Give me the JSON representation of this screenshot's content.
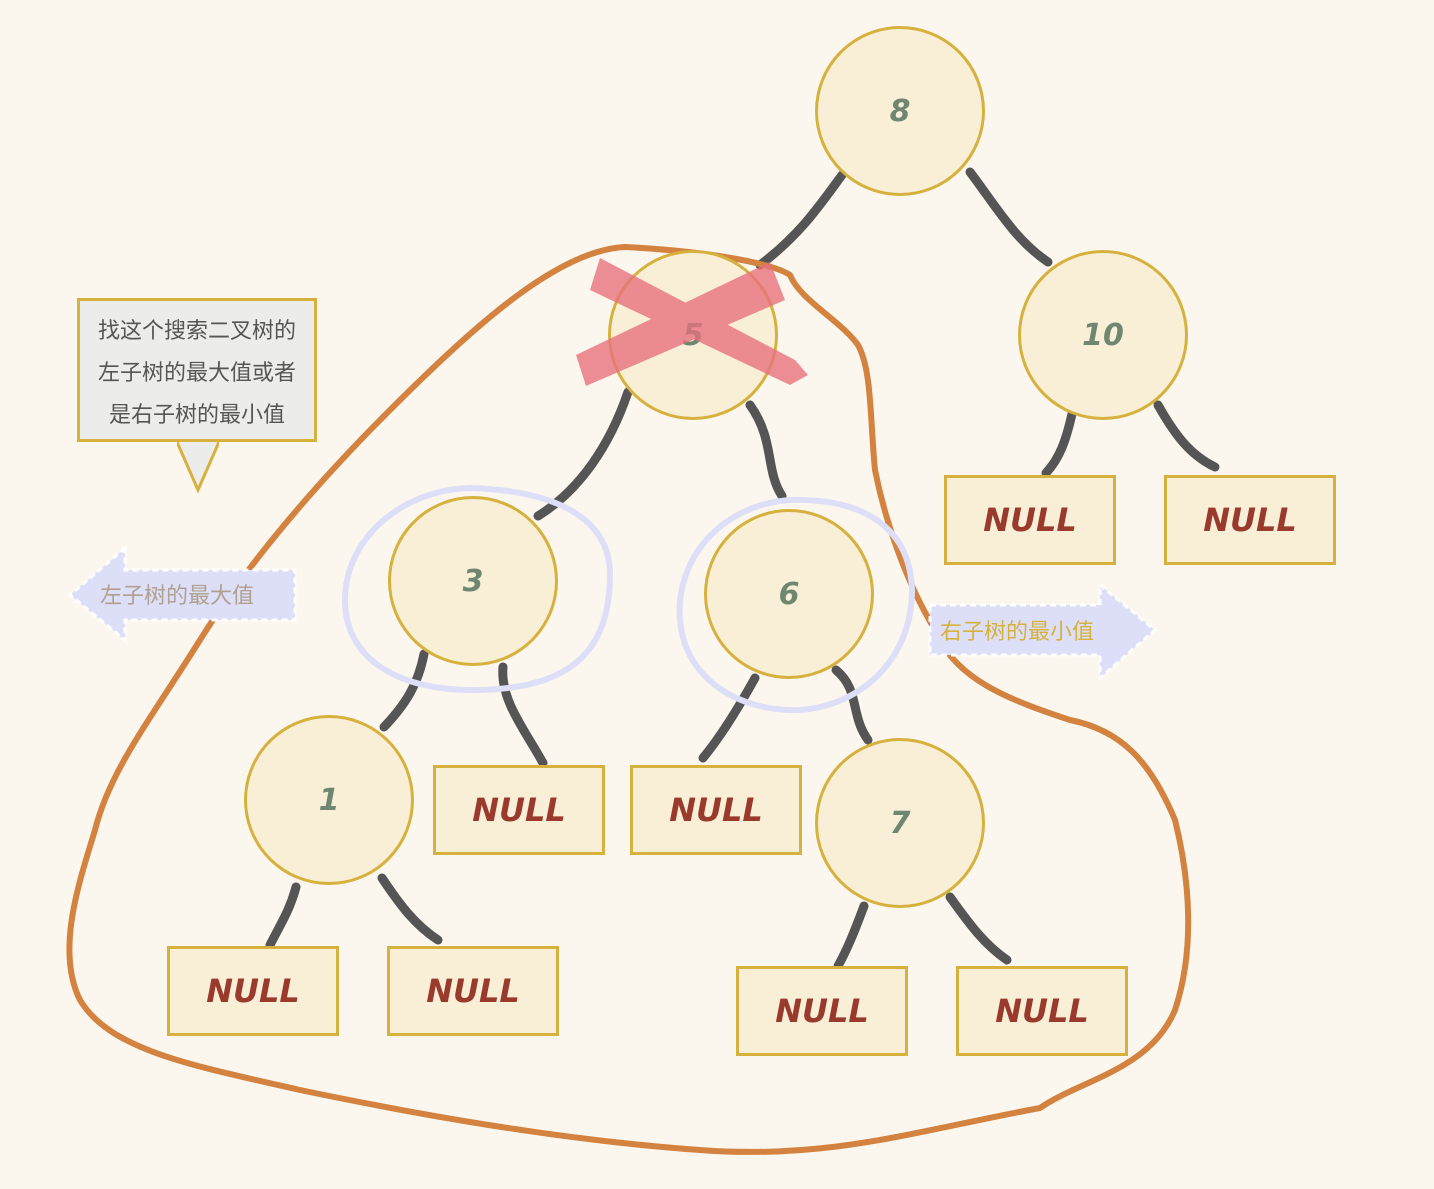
{
  "tree": {
    "nodes": [
      {
        "id": "n8",
        "label": "8"
      },
      {
        "id": "n5",
        "label": "5"
      },
      {
        "id": "n10",
        "label": "10"
      },
      {
        "id": "n3",
        "label": "3"
      },
      {
        "id": "n6",
        "label": "6"
      },
      {
        "id": "n1",
        "label": "1"
      },
      {
        "id": "n7",
        "label": "7"
      }
    ],
    "null_label": "NULL",
    "deleted_node": "5"
  },
  "callout": {
    "lines": [
      "找这个搜索二叉树的",
      "左子树的最大值或者",
      "是右子树的最小值"
    ]
  },
  "annotations": {
    "left_max": "左子树的最大值",
    "right_min": "右子树的最小值"
  },
  "colors": {
    "background": "#fcf7ee",
    "node_fill": "#f8efd6",
    "node_border": "#d6b13e",
    "edge": "#555555",
    "subtree_outline": "#d4823f",
    "highlight_ring": "#dcdff7",
    "delete_mark": "#e8707c",
    "null_text": "#9a3a2c",
    "node_text": "#6f8770"
  }
}
